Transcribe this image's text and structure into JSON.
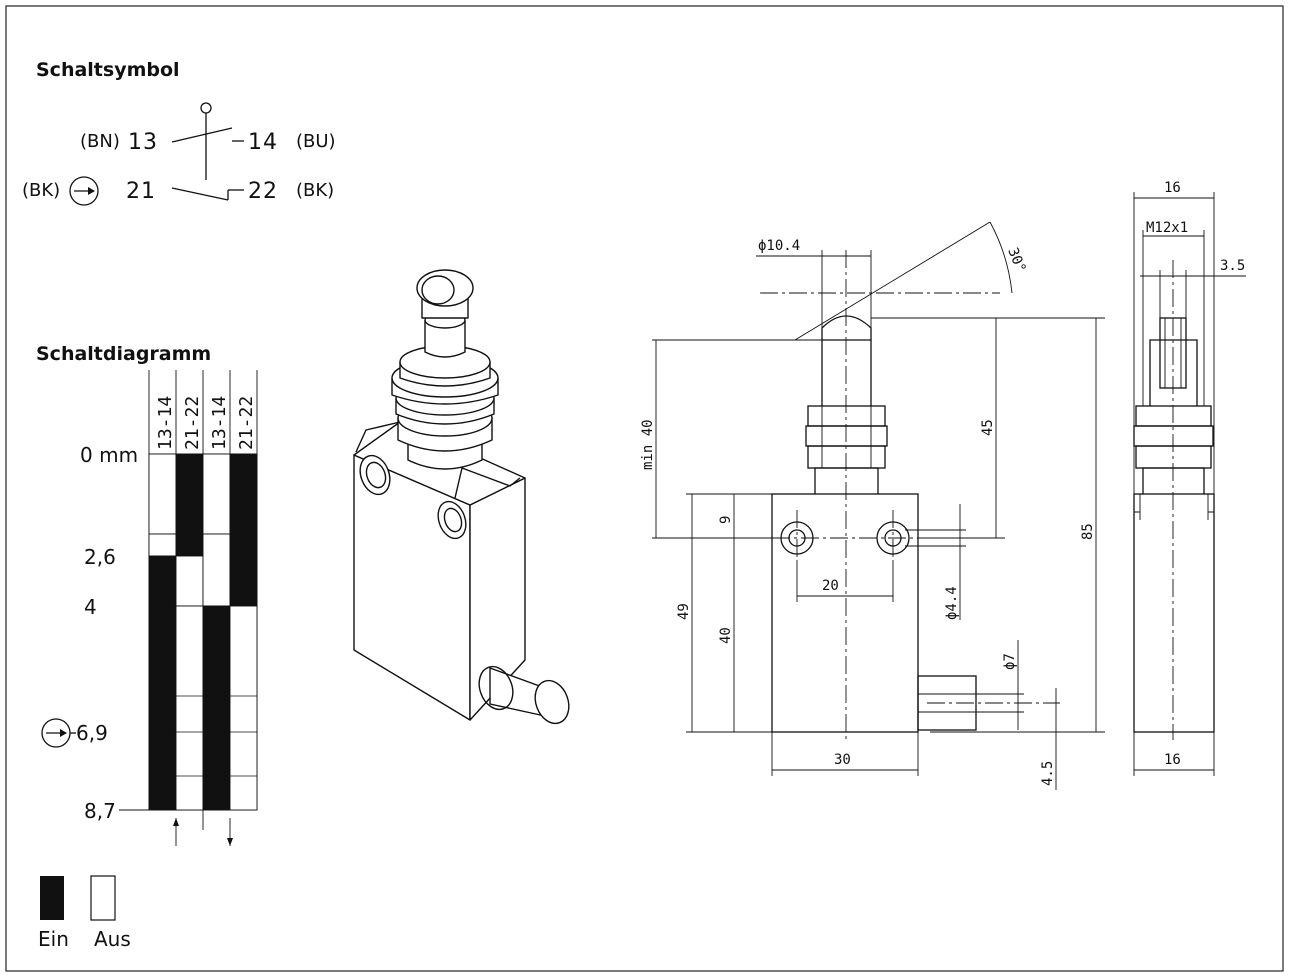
{
  "sections": {
    "symbol_title": "Schaltsymbol",
    "diagram_title": "Schaltdiagramm"
  },
  "switch_symbol": {
    "row1": {
      "left_color": "(BN)",
      "left_terminal": "13",
      "right_terminal": "14",
      "right_color": "(BU)"
    },
    "row2": {
      "left_color": "(BK)",
      "left_terminal": "21",
      "right_terminal": "22",
      "right_color": "(BK)"
    }
  },
  "switching_diagram": {
    "columns": [
      "13-14",
      "21-22",
      "13-14",
      "21-22"
    ],
    "positions": [
      "0 mm",
      "2,6",
      "4",
      "6,9",
      "8,7"
    ],
    "positive_opening_mark": "6,9"
  },
  "legend": {
    "on": "Ein",
    "off": "Aus"
  },
  "dimensions": {
    "front": {
      "roller_diameter": "ϕ10.4",
      "angle": "30°",
      "min_travel": "min 40",
      "plunger_height": "45",
      "overall_height": "85",
      "top_offset": "9",
      "mount_spacing": "20",
      "hole_diameter": "ϕ4.4",
      "body_total": "49",
      "body_height": "40",
      "cable_diameter": "ϕ7",
      "cable_offset": "4.5",
      "body_width": "30"
    },
    "side": {
      "top_width": "16",
      "thread": "M12x1",
      "roller_width": "3.5",
      "body_width": "16"
    }
  },
  "colors": {
    "ink": "#111111",
    "on_fill": "#111111",
    "off_fill": "#ffffff"
  }
}
